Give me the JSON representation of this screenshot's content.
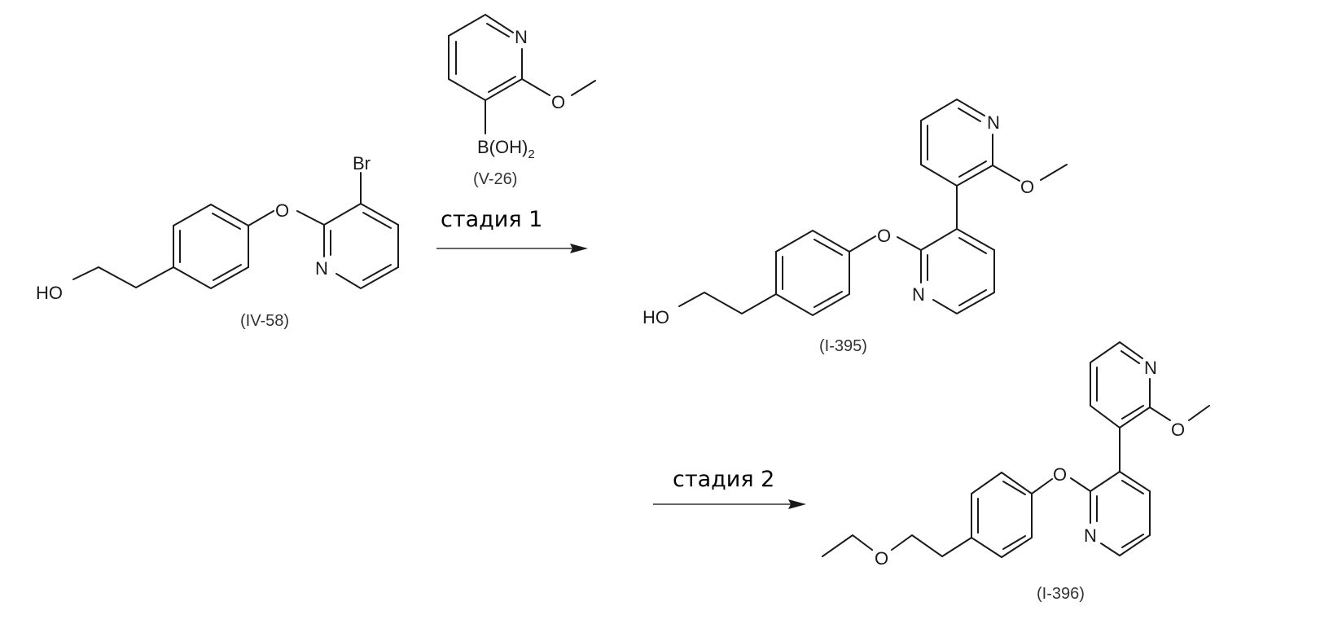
{
  "scheme": {
    "compounds": {
      "starting_material": {
        "id_label": "(IV-58)",
        "atoms": {
          "hydroxyl": "HO",
          "ether_o": "O",
          "bromine": "Br",
          "nitrogen": "N"
        }
      },
      "reagent": {
        "id_label": "(V-26)",
        "atoms": {
          "nitrogen": "N",
          "methoxy_o": "O",
          "boronic_acid": "B(OH)",
          "boronic_sub": "2"
        }
      },
      "product_1": {
        "id_label": "(I-395)",
        "atoms": {
          "hydroxyl": "HO",
          "ether_o": "O",
          "nitrogen": "N",
          "nitrogen_2": "N",
          "methoxy_o": "O"
        }
      },
      "product_2": {
        "id_label": "(I-396)",
        "atoms": {
          "ethoxy_o": "O",
          "ether_o": "O",
          "nitrogen": "N",
          "nitrogen_2": "N",
          "methoxy_o": "O"
        }
      }
    },
    "steps": [
      {
        "label": "стадия 1"
      },
      {
        "label": "стадия 2"
      }
    ]
  }
}
